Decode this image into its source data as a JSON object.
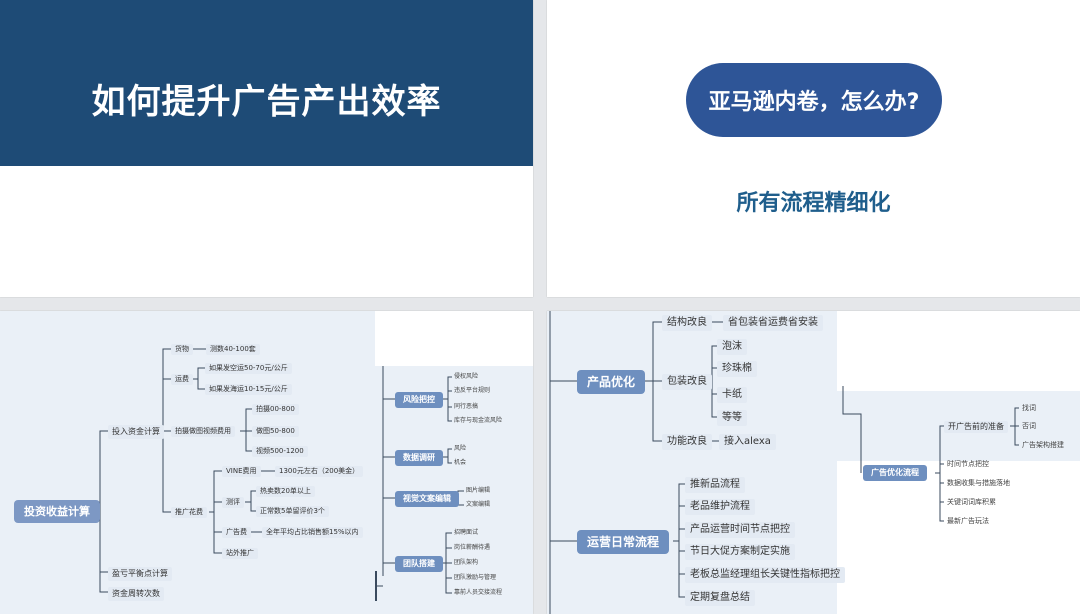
{
  "slide1": {
    "title": "如何提升广告产出效率"
  },
  "slide2": {
    "question": "亚马逊内卷，怎么办?",
    "answer": "所有流程精细化"
  },
  "slide3": {
    "root": "投资收益计算",
    "invest": {
      "label": "投入资金计算",
      "goods": "货物",
      "goods_value": "测数40-100套",
      "shipping": "运费",
      "air": "如果发空运50-70元/公斤",
      "sea": "如果发海运10-15元/公斤",
      "photo": "拍摄做图视频费用",
      "photo_items": [
        "拍摄00-800",
        "做图50-800",
        "视频500-1200"
      ],
      "promo": "推广花费",
      "vine": "VINE费用",
      "vine_value": "1300元左右（200美金）",
      "review": "测评",
      "review_items": [
        "热卖数20单以上",
        "正常数5单留评价3个"
      ],
      "ads": "广告费",
      "ads_value": "全年平均占比销售额15%以内",
      "offsite": "站外推广"
    },
    "breakeven": "盈亏平衡点计算",
    "turnover": "资金周转次数",
    "right": {
      "risk": "风险把控",
      "risk_items": [
        "侵权风险",
        "违反平台规则",
        "同行恶搞",
        "库存与现金流风险"
      ],
      "data": "数据调研",
      "data_items": [
        "风险",
        "机会"
      ],
      "visual": "视觉文案编辑",
      "visual_items": [
        "图片编辑",
        "文案编辑"
      ],
      "team": "团队搭建",
      "team_items": [
        "招聘面试",
        "岗位薪酬待遇",
        "团队架构",
        "团队激励与管理",
        "靠前人员交接流程"
      ]
    }
  },
  "slide4": {
    "product": "产品优化",
    "structure": "结构改良",
    "structure_value": "省包装省运费省安装",
    "pack": "包装改良",
    "pack_items": [
      "泡沫",
      "珍珠棉",
      "卡纸",
      "等等"
    ],
    "func": "功能改良",
    "func_value": "接入alexa",
    "ops": "运营日常流程",
    "ops_items": [
      "推新品流程",
      "老品维护流程",
      "产品运营时间节点把控",
      "节日大促方案制定实施",
      "老板总监经理组长关键性指标把控",
      "定期复盘总结"
    ],
    "adflow": "广告优化流程",
    "prep": "开广告前的准备",
    "prep_items": [
      "找词",
      "否词",
      "广告架构搭建"
    ],
    "ad_items": [
      "时间节点把控",
      "数据收集与措施落地",
      "关键词词库积累",
      "最新广告玩法"
    ]
  }
}
